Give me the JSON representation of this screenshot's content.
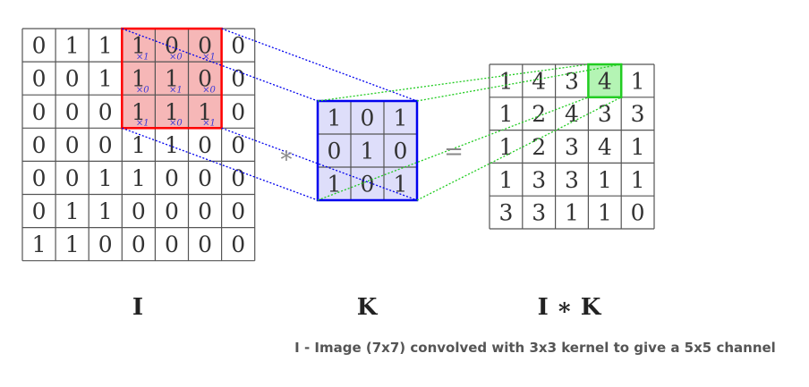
{
  "image_matrix": {
    "label": "I",
    "rows": [
      [
        "0",
        "1",
        "1",
        "1",
        "0",
        "0",
        "0"
      ],
      [
        "0",
        "0",
        "1",
        "1",
        "1",
        "0",
        "0"
      ],
      [
        "0",
        "0",
        "0",
        "1",
        "1",
        "1",
        "0"
      ],
      [
        "0",
        "0",
        "0",
        "1",
        "1",
        "0",
        "0"
      ],
      [
        "0",
        "0",
        "1",
        "1",
        "0",
        "0",
        "0"
      ],
      [
        "0",
        "1",
        "1",
        "0",
        "0",
        "0",
        "0"
      ],
      [
        "1",
        "1",
        "0",
        "0",
        "0",
        "0",
        "0"
      ]
    ],
    "highlight_weights": [
      [
        "×1",
        "×0",
        "×1"
      ],
      [
        "×0",
        "×1",
        "×0"
      ],
      [
        "×1",
        "×0",
        "×1"
      ]
    ],
    "highlight_color": "#ff0000",
    "highlight_fill": "#f4aaaa"
  },
  "kernel_matrix": {
    "label": "K",
    "rows": [
      [
        "1",
        "0",
        "1"
      ],
      [
        "0",
        "1",
        "0"
      ],
      [
        "1",
        "0",
        "1"
      ]
    ],
    "border_color": "#0000ee",
    "fill_color": "#dedefa"
  },
  "output_matrix": {
    "label": "I ∗ K",
    "rows": [
      [
        "1",
        "4",
        "3",
        "4",
        "1"
      ],
      [
        "1",
        "2",
        "4",
        "3",
        "3"
      ],
      [
        "1",
        "2",
        "3",
        "4",
        "1"
      ],
      [
        "1",
        "3",
        "3",
        "1",
        "1"
      ],
      [
        "3",
        "3",
        "1",
        "1",
        "0"
      ]
    ],
    "highlight_color": "#22cc22",
    "highlight_fill": "#b4f4b4"
  },
  "operators": {
    "convolve": "∗",
    "equals": "="
  },
  "caption": "I - Image (7x7) convolved with 3x3 kernel to give a 5x5 channel"
}
